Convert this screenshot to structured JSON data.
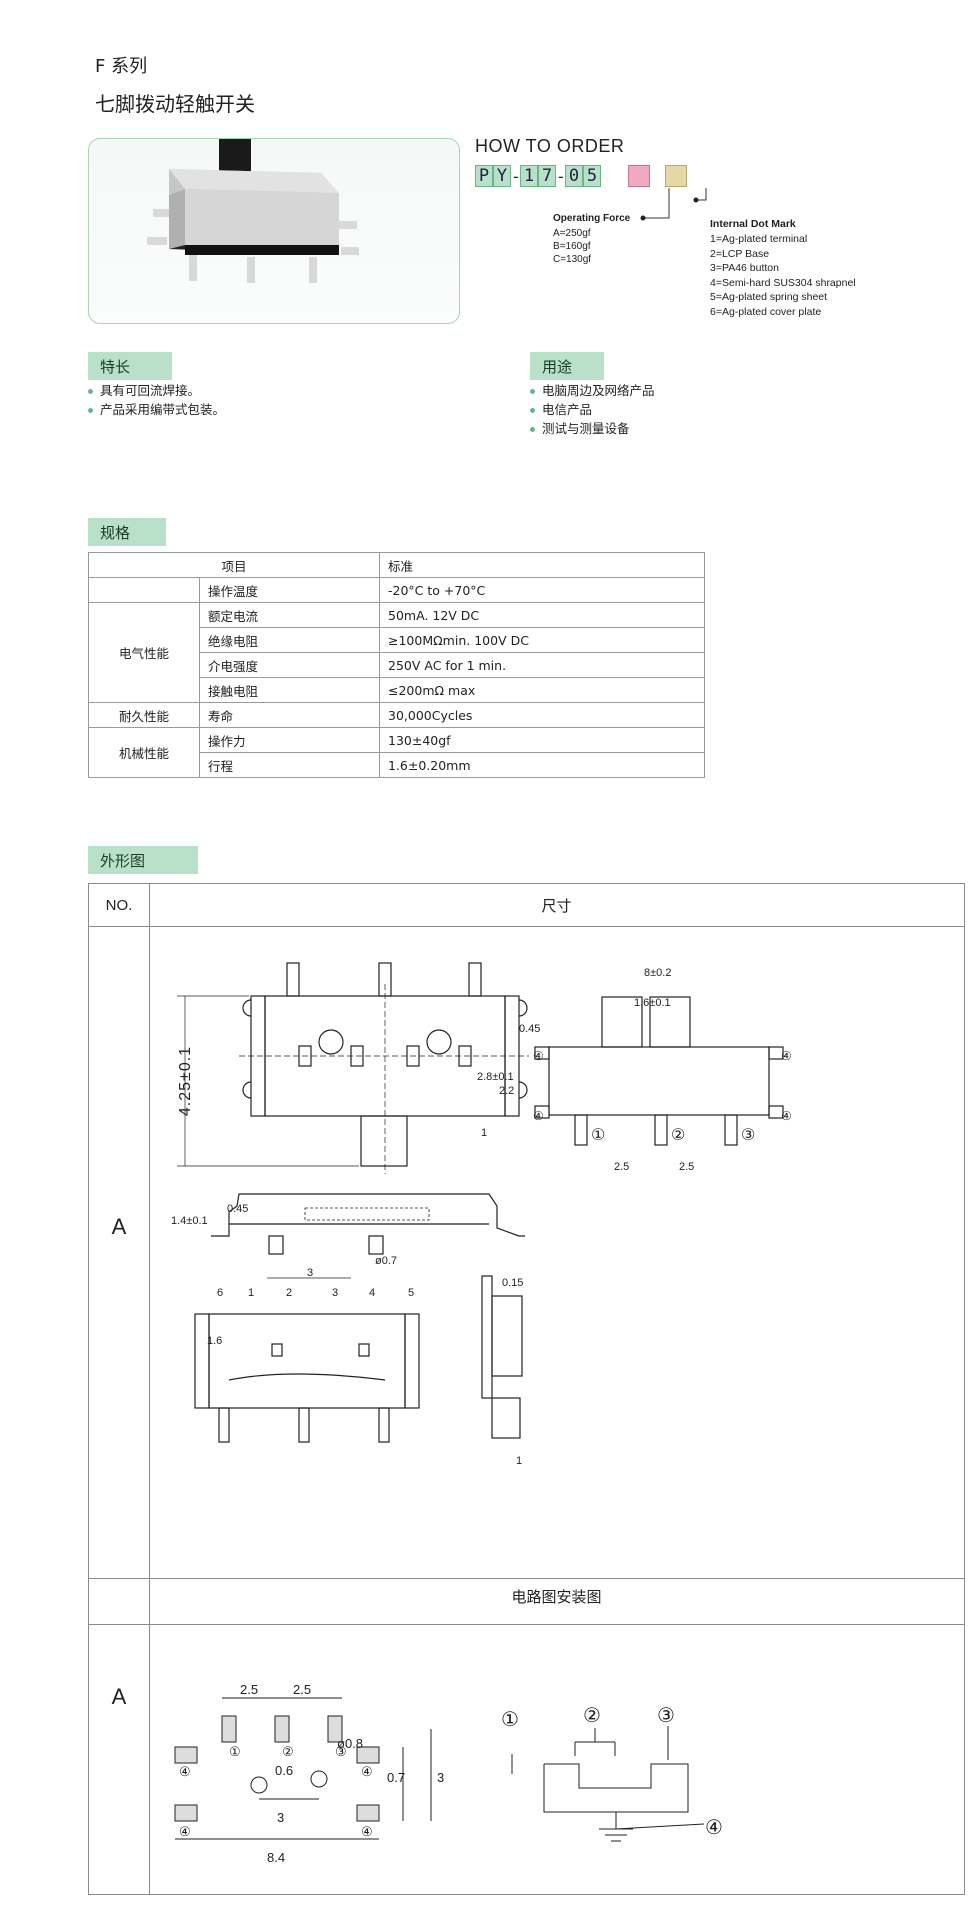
{
  "header": {
    "series": "F 系列",
    "title": "七脚拨动轻触开关"
  },
  "order": {
    "title": "HOW TO ORDER",
    "code_chars": [
      "P",
      "Y",
      "-",
      "1",
      "7",
      "-",
      "0",
      "5"
    ],
    "box1_color": "#f2a8c2",
    "box2_color": "#e6d7a6",
    "operating_force_label": "Operating Force",
    "operating_force": [
      "A=250gf",
      "B=160gf",
      "C=130gf"
    ],
    "dot_mark_label": "Internal Dot Mark",
    "dot_mark": [
      "1=Ag-plated terminal",
      "2=LCP Base",
      "3=PA46 button",
      "4=Semi-hard SUS304 shrapnel",
      "5=Ag-plated spring sheet",
      "6=Ag-plated cover plate"
    ]
  },
  "features": {
    "label": "特长",
    "items": [
      "具有可回流焊接。",
      "产品采用编带式包装。"
    ]
  },
  "usage": {
    "label": "用途",
    "items": [
      "电脑周边及网络产品",
      "电信产品",
      "测试与测量设备"
    ]
  },
  "spec": {
    "label": "规格",
    "head": [
      "项目",
      "标准"
    ],
    "rows": {
      "temp": [
        "操作温度",
        "-20°C to +70°C"
      ],
      "elec_group": "电气性能",
      "rated": [
        "额定电流",
        "50mA. 12V DC"
      ],
      "insul": [
        "绝缘电阻",
        "≥100MΩmin. 100V DC"
      ],
      "dielec": [
        "介电强度",
        "250V AC for 1 min."
      ],
      "contact": [
        "接触电阻",
        "≤200mΩ max"
      ],
      "dur_group": "耐久性能",
      "life": [
        "寿命",
        "30,000Cycles"
      ],
      "mech_group": "机械性能",
      "force": [
        "操作力",
        "130±40gf"
      ],
      "travel": [
        "行程",
        "1.6±0.20mm"
      ]
    }
  },
  "outline": {
    "label": "外形图",
    "no_header": "NO.",
    "size_header": "尺寸",
    "row_label": "A",
    "circuit_header": "电路图安装图",
    "row2_label": "A",
    "dims": {
      "d425": "4.25±0.1",
      "d8": "8±0.2",
      "d16": "1.6±0.1",
      "d045": "0.45",
      "d22": "2.2",
      "d28": "2.8±0.1",
      "d1": "1",
      "d25a": "2.5",
      "d25b": "2.5",
      "d14": "1.4±0.1",
      "d045b": "0.45",
      "d3": "3",
      "dphi07": "ø0.7",
      "d015": "0.15",
      "d1b": "1",
      "d16b": "1.6",
      "n1": "1",
      "n2": "2",
      "n3": "3",
      "n4": "4",
      "n5": "5",
      "n6": "6",
      "p25a": "2.5",
      "p25b": "2.5",
      "p06": "0.6",
      "p3": "3",
      "p84": "8.4",
      "p07": "0.7",
      "p3v": "3",
      "pphi": "ø0.8"
    },
    "pins": {
      "c1": "①",
      "c2": "②",
      "c3": "③",
      "c4": "④"
    }
  }
}
